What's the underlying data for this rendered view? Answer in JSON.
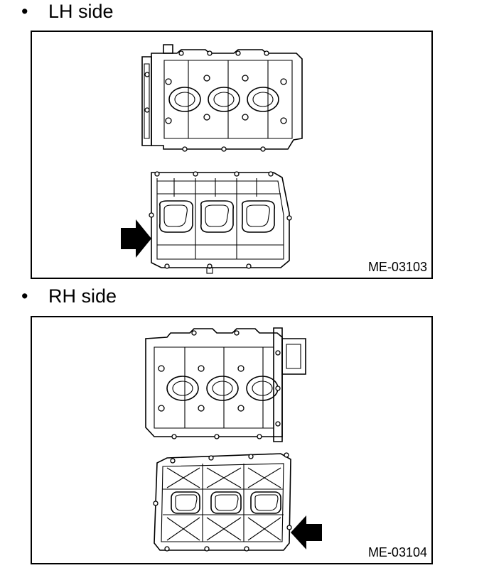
{
  "sections": [
    {
      "bullet": "•",
      "title": "LH side",
      "ref_code": "ME-03103"
    },
    {
      "bullet": "•",
      "title": "RH side",
      "ref_code": "ME-03104"
    }
  ]
}
